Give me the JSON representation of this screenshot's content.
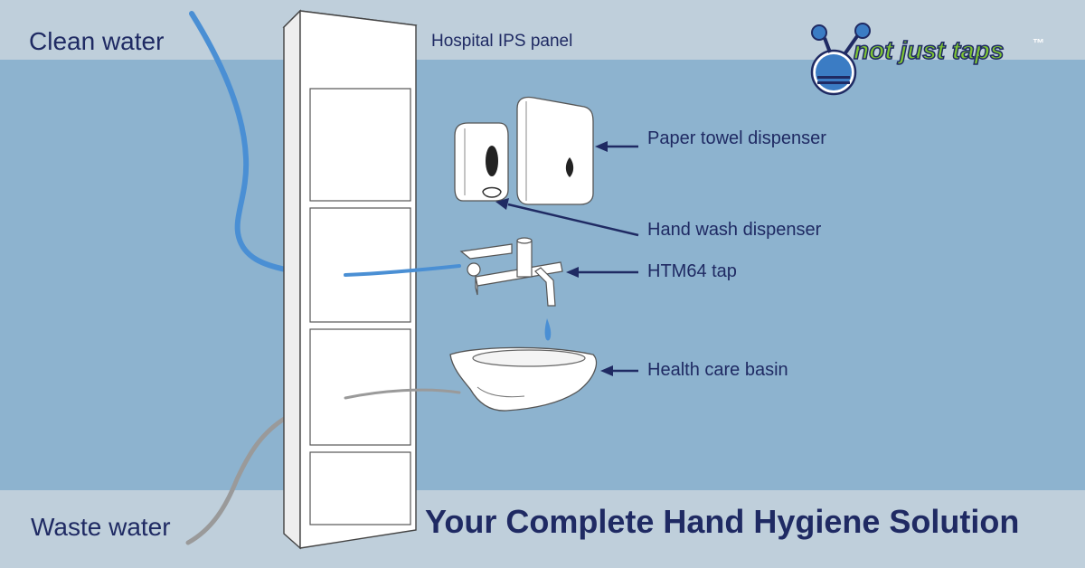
{
  "labels": {
    "clean_water": "Clean water",
    "waste_water": "Waste water",
    "ips_panel": "Hospital IPS panel",
    "paper_towel": "Paper towel dispenser",
    "hand_wash": "Hand wash dispenser",
    "tap": "HTM64 tap",
    "basin": "Health care basin"
  },
  "tagline": "Your Complete Hand Hygiene Solution",
  "logo": {
    "text": "not just taps",
    "tm": "™"
  },
  "colors": {
    "outer_bg": "#bfcfdb",
    "band_bg": "#8db3cf",
    "text": "#1f2a63",
    "clean_pipe": "#4a8fd4",
    "waste_pipe": "#9a9a9a",
    "logo_green": "#7ec433"
  }
}
